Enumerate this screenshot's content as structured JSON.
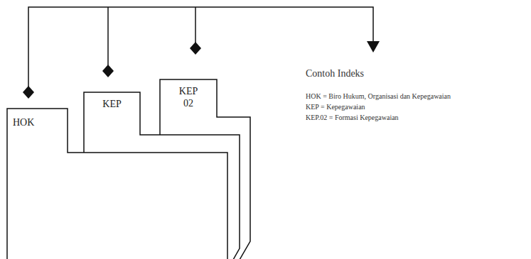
{
  "diagram": {
    "nodes": [
      {
        "text": [
          "HOK"
        ]
      },
      {
        "text": [
          "KEP"
        ]
      },
      {
        "text": [
          "KEP 02"
        ]
      }
    ],
    "labels": [
      "Contoh Indeks",
      "HOK = Biro Hukum, Organisasi dan Kepegawaian",
      "KEP = Kepegawaian",
      "KEP.02 = Formasi Kepegawaian"
    ]
  }
}
